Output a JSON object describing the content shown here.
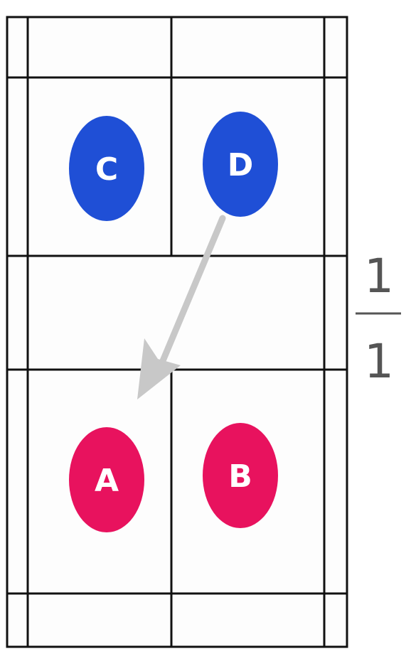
{
  "diagram": {
    "players": [
      {
        "id": "C",
        "label": "C",
        "team_color": "#1f4fd6"
      },
      {
        "id": "D",
        "label": "D",
        "team_color": "#1f4fd6"
      },
      {
        "id": "A",
        "label": "A",
        "team_color": "#e8125e"
      },
      {
        "id": "B",
        "label": "B",
        "team_color": "#e8125e"
      }
    ],
    "shot": {
      "from": "D",
      "toward": "A",
      "color": "#c8c8c8"
    },
    "score": {
      "top": "1",
      "bottom": "1",
      "color": "#555555"
    },
    "court_line_color": "#111111",
    "court_fill_color": "#fdfdfd"
  }
}
